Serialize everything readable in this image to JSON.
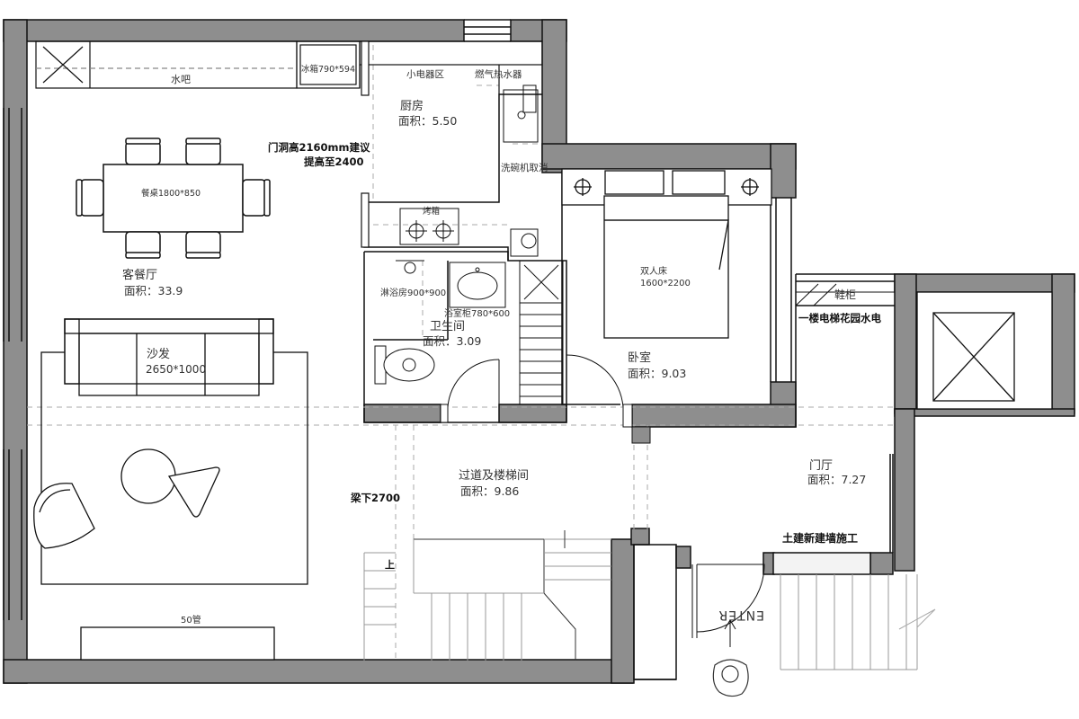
{
  "rooms": {
    "kitchen": {
      "name": "厨房",
      "area": "面积：5.50"
    },
    "living": {
      "name": "客餐厅",
      "area": "面积：33.9"
    },
    "bath": {
      "name": "卫生间",
      "area": "面积：3.09"
    },
    "bedroom": {
      "name": "卧室",
      "area": "面积：9.03"
    },
    "corridor": {
      "name": "过道及楼梯间",
      "area": "面积：9.86"
    },
    "foyer": {
      "name": "门厅",
      "area": "面积：7.27"
    }
  },
  "fixtures": {
    "bar": "水吧",
    "fridge": "冰箱790*594",
    "small_appliance": "小电器区",
    "water_heater": "燃气热水器",
    "dishwasher": "洗碗机取消",
    "stove": "烤箱",
    "dining_table": "餐桌1800*850",
    "sofa_name": "沙发",
    "sofa_size": "2650*1000",
    "shower": "淋浴房900*900",
    "vanity": "浴室柜780*600",
    "bed_name": "双人床",
    "bed_size": "1600*2200",
    "shoe_cabinet": "鞋柜",
    "elevator_note": "一楼电梯花园水电",
    "tv_cabinet": "50管",
    "new_wall": "土建新建墙施工",
    "up": "上",
    "enter": "ENTER"
  },
  "notes": {
    "door_note_1": "门洞高2160mm建议",
    "door_note_2": "提高至2400",
    "beam": "梁下2700"
  }
}
